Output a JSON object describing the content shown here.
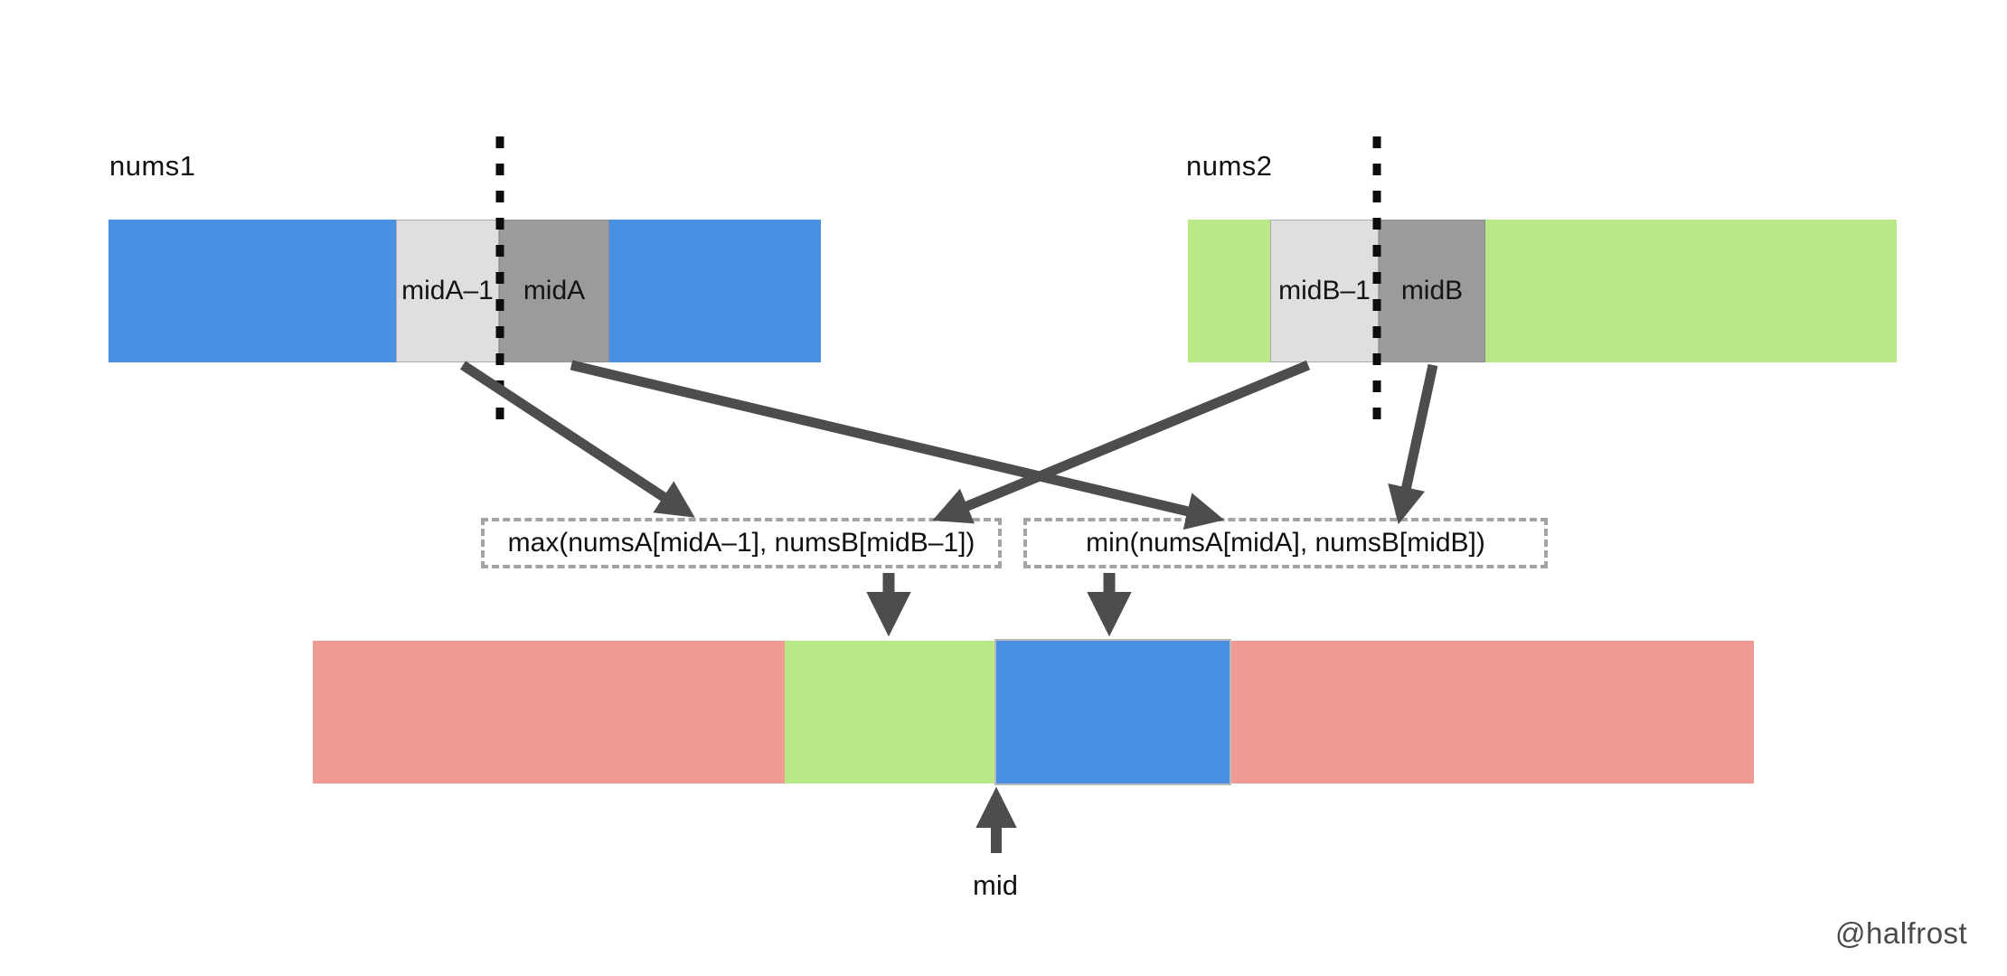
{
  "colors": {
    "blue": "#4a90e2",
    "green": "#b8e986",
    "light_gray": "#dfdfdf",
    "dark_gray": "#9b9b9b",
    "pink": "#f09a94",
    "arrow": "#4d4d4d",
    "dotted_line": "#0d0d0d",
    "white": "#ffffff"
  },
  "nums1": {
    "label": "nums1",
    "mid_minus_label": "midA–1",
    "mid_label": "midA"
  },
  "nums2": {
    "label": "nums2",
    "mid_minus_label": "midB–1",
    "mid_label": "midB"
  },
  "formulas": {
    "max_box": "max(numsA[midA–1], numsB[midB–1])",
    "min_box": "min(numsA[midA], numsB[midB])"
  },
  "merged": {
    "mid_pointer_label": "mid"
  },
  "watermark": "@halfrost"
}
